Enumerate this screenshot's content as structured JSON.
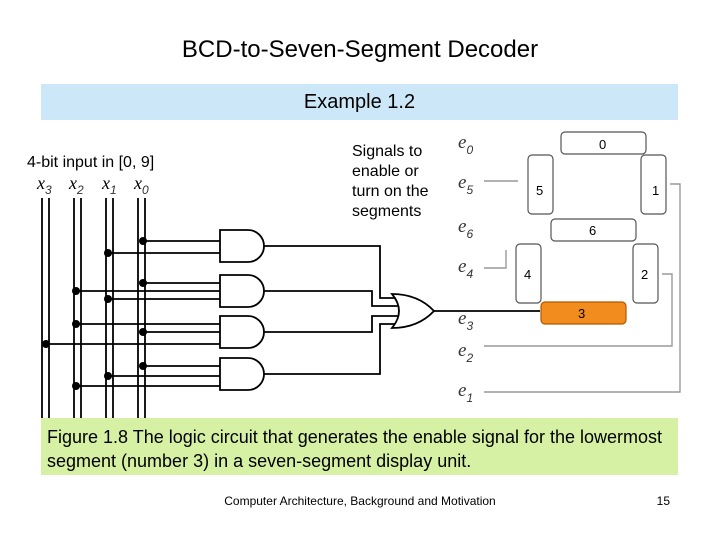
{
  "title": "BCD-to-Seven-Segment Decoder",
  "example": "Example 1.2",
  "input_label": "4-bit input in [0, 9]",
  "inputs": [
    {
      "var": "x",
      "sub": "3"
    },
    {
      "var": "x",
      "sub": "2"
    },
    {
      "var": "x",
      "sub": "1"
    },
    {
      "var": "x",
      "sub": "0"
    }
  ],
  "signals_label": [
    "Signals to",
    "enable or",
    "turn on the",
    "segments"
  ],
  "signals": [
    {
      "var": "e",
      "sub": "0"
    },
    {
      "var": "e",
      "sub": "5"
    },
    {
      "var": "e",
      "sub": "6"
    },
    {
      "var": "e",
      "sub": "4"
    },
    {
      "var": "e",
      "sub": "3"
    },
    {
      "var": "e",
      "sub": "2"
    },
    {
      "var": "e",
      "sub": "1"
    }
  ],
  "segments": [
    "0",
    "5",
    "1",
    "6",
    "4",
    "2",
    "3"
  ],
  "highlight_color": "#f28c1e",
  "caption": "Figure 1.8    The logic circuit that generates the enable signal for the lowermost segment (number 3) in a seven-segment display unit.",
  "footer_text": "Computer Architecture, Background and Motivation",
  "page_number": "15"
}
